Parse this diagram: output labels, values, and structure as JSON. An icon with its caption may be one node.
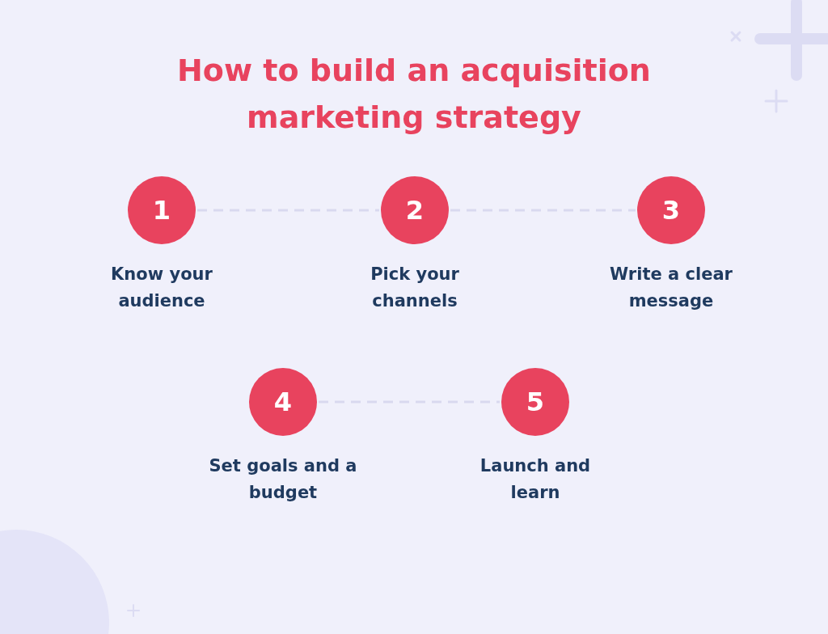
{
  "diagram": {
    "title": "How to build an acquisition marketing strategy",
    "nodes": [
      {
        "text": [
          "1"
        ],
        "beside": [
          "Know your audience"
        ]
      },
      {
        "text": [
          "2"
        ],
        "beside": [
          "Pick your channels"
        ]
      },
      {
        "text": [
          "3"
        ],
        "beside": [
          "Write a clear message"
        ]
      },
      {
        "text": [
          "4"
        ],
        "beside": [
          "Set goals and a budget"
        ]
      },
      {
        "text": [
          "5"
        ],
        "beside": [
          "Launch and learn"
        ]
      }
    ],
    "edges": [
      {
        "from": 0,
        "to": 1,
        "arrow": "none",
        "style": "dashed"
      },
      {
        "from": 1,
        "to": 2,
        "arrow": "none",
        "style": "dashed"
      },
      {
        "from": 3,
        "to": 4,
        "arrow": "none",
        "style": "dashed"
      }
    ]
  }
}
